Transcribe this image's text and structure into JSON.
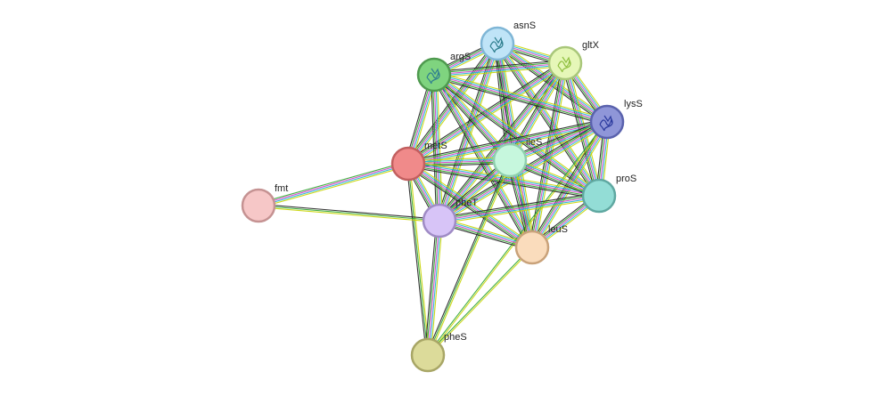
{
  "network": {
    "nodes": [
      {
        "id": "asnS",
        "label": "asnS",
        "color": "#bfe4f7",
        "stroke": "#7fb6d6",
        "structure": true
      },
      {
        "id": "gltX",
        "label": "gltX",
        "color": "#e6f7b8",
        "stroke": "#a9c77a",
        "structure": true
      },
      {
        "id": "argS",
        "label": "argS",
        "color": "#7fd47f",
        "stroke": "#4f9a4f",
        "structure": true
      },
      {
        "id": "lysS",
        "label": "lysS",
        "color": "#8f96d8",
        "stroke": "#5a62ad",
        "structure": true
      },
      {
        "id": "metS",
        "label": "metS",
        "color": "#f08a8a",
        "stroke": "#c25f5f",
        "structure": false
      },
      {
        "id": "ileS",
        "label": "ileS",
        "color": "#c6f7dd",
        "stroke": "#8fcfae",
        "structure": false
      },
      {
        "id": "fmt",
        "label": "fmt",
        "color": "#f6c7c7",
        "stroke": "#c59292",
        "structure": false
      },
      {
        "id": "proS",
        "label": "proS",
        "color": "#93ddd6",
        "stroke": "#5fa8a1",
        "structure": false
      },
      {
        "id": "pheT",
        "label": "pheT",
        "color": "#d7c4f7",
        "stroke": "#9f8bc5",
        "structure": false
      },
      {
        "id": "leuS",
        "label": "leuS",
        "color": "#fadcbc",
        "stroke": "#c9a27a",
        "structure": false
      },
      {
        "id": "pheS",
        "label": "pheS",
        "color": "#dcdb9a",
        "stroke": "#a8a666",
        "structure": false
      }
    ],
    "edges": [
      {
        "source": "asnS",
        "target": "gltX",
        "types": [
          "yellow",
          "cyan",
          "magenta",
          "green",
          "black"
        ]
      },
      {
        "source": "asnS",
        "target": "argS",
        "types": [
          "yellow",
          "cyan",
          "magenta",
          "green",
          "black"
        ]
      },
      {
        "source": "asnS",
        "target": "lysS",
        "types": [
          "yellow",
          "cyan",
          "magenta",
          "green",
          "black"
        ]
      },
      {
        "source": "asnS",
        "target": "metS",
        "types": [
          "yellow",
          "cyan",
          "magenta",
          "green",
          "black"
        ]
      },
      {
        "source": "asnS",
        "target": "ileS",
        "types": [
          "yellow",
          "cyan",
          "magenta",
          "green",
          "black"
        ]
      },
      {
        "source": "asnS",
        "target": "proS",
        "types": [
          "yellow",
          "cyan",
          "magenta",
          "green",
          "black"
        ]
      },
      {
        "source": "asnS",
        "target": "pheT",
        "types": [
          "yellow",
          "cyan",
          "magenta",
          "green",
          "black"
        ]
      },
      {
        "source": "asnS",
        "target": "leuS",
        "types": [
          "yellow",
          "cyan",
          "magenta",
          "green",
          "black"
        ]
      },
      {
        "source": "gltX",
        "target": "argS",
        "types": [
          "yellow",
          "cyan",
          "magenta",
          "green",
          "black"
        ]
      },
      {
        "source": "gltX",
        "target": "lysS",
        "types": [
          "yellow",
          "cyan",
          "magenta",
          "green",
          "black"
        ]
      },
      {
        "source": "gltX",
        "target": "metS",
        "types": [
          "yellow",
          "cyan",
          "magenta",
          "green",
          "black"
        ]
      },
      {
        "source": "gltX",
        "target": "ileS",
        "types": [
          "yellow",
          "cyan",
          "magenta",
          "green",
          "black"
        ]
      },
      {
        "source": "gltX",
        "target": "proS",
        "types": [
          "yellow",
          "cyan",
          "magenta",
          "green",
          "black"
        ]
      },
      {
        "source": "gltX",
        "target": "pheT",
        "types": [
          "yellow",
          "cyan",
          "magenta",
          "green",
          "black"
        ]
      },
      {
        "source": "gltX",
        "target": "leuS",
        "types": [
          "yellow",
          "cyan",
          "magenta",
          "green",
          "black"
        ]
      },
      {
        "source": "argS",
        "target": "lysS",
        "types": [
          "yellow",
          "cyan",
          "magenta",
          "green",
          "black"
        ]
      },
      {
        "source": "argS",
        "target": "metS",
        "types": [
          "yellow",
          "cyan",
          "magenta",
          "green",
          "black"
        ]
      },
      {
        "source": "argS",
        "target": "ileS",
        "types": [
          "yellow",
          "cyan",
          "magenta",
          "green",
          "black"
        ]
      },
      {
        "source": "argS",
        "target": "proS",
        "types": [
          "yellow",
          "cyan",
          "magenta",
          "green",
          "black"
        ]
      },
      {
        "source": "argS",
        "target": "pheT",
        "types": [
          "yellow",
          "cyan",
          "magenta",
          "green",
          "black"
        ]
      },
      {
        "source": "argS",
        "target": "leuS",
        "types": [
          "yellow",
          "cyan",
          "magenta",
          "green",
          "black"
        ]
      },
      {
        "source": "lysS",
        "target": "metS",
        "types": [
          "yellow",
          "cyan",
          "magenta",
          "green",
          "black"
        ]
      },
      {
        "source": "lysS",
        "target": "ileS",
        "types": [
          "yellow",
          "cyan",
          "magenta",
          "green",
          "black"
        ]
      },
      {
        "source": "lysS",
        "target": "proS",
        "types": [
          "yellow",
          "cyan",
          "magenta",
          "green",
          "black"
        ]
      },
      {
        "source": "lysS",
        "target": "pheT",
        "types": [
          "yellow",
          "cyan",
          "magenta",
          "green",
          "black"
        ]
      },
      {
        "source": "lysS",
        "target": "leuS",
        "types": [
          "yellow",
          "cyan",
          "magenta",
          "green",
          "black"
        ]
      },
      {
        "source": "lysS",
        "target": "pheS",
        "types": [
          "yellow",
          "green"
        ]
      },
      {
        "source": "metS",
        "target": "ileS",
        "types": [
          "yellow",
          "cyan",
          "magenta",
          "green",
          "black"
        ]
      },
      {
        "source": "metS",
        "target": "proS",
        "types": [
          "yellow",
          "cyan",
          "magenta",
          "green",
          "black"
        ]
      },
      {
        "source": "metS",
        "target": "pheT",
        "types": [
          "yellow",
          "cyan",
          "magenta",
          "green",
          "black"
        ]
      },
      {
        "source": "metS",
        "target": "leuS",
        "types": [
          "yellow",
          "cyan",
          "magenta",
          "green",
          "black"
        ]
      },
      {
        "source": "metS",
        "target": "fmt",
        "types": [
          "yellow",
          "cyan",
          "magenta",
          "green"
        ]
      },
      {
        "source": "metS",
        "target": "pheS",
        "types": [
          "yellow",
          "green",
          "black"
        ]
      },
      {
        "source": "ileS",
        "target": "proS",
        "types": [
          "yellow",
          "cyan",
          "magenta",
          "green",
          "black"
        ]
      },
      {
        "source": "ileS",
        "target": "pheT",
        "types": [
          "yellow",
          "cyan",
          "magenta",
          "green",
          "black"
        ]
      },
      {
        "source": "ileS",
        "target": "leuS",
        "types": [
          "yellow",
          "cyan",
          "magenta",
          "green",
          "black"
        ]
      },
      {
        "source": "ileS",
        "target": "pheS",
        "types": [
          "yellow",
          "green",
          "black"
        ]
      },
      {
        "source": "proS",
        "target": "pheT",
        "types": [
          "yellow",
          "cyan",
          "magenta",
          "green",
          "black"
        ]
      },
      {
        "source": "proS",
        "target": "leuS",
        "types": [
          "yellow",
          "cyan",
          "magenta",
          "green",
          "black"
        ]
      },
      {
        "source": "pheT",
        "target": "leuS",
        "types": [
          "yellow",
          "cyan",
          "magenta",
          "green",
          "black"
        ]
      },
      {
        "source": "pheT",
        "target": "pheS",
        "types": [
          "yellow",
          "cyan",
          "magenta",
          "green",
          "black"
        ]
      },
      {
        "source": "pheT",
        "target": "fmt",
        "types": [
          "yellow",
          "green",
          "black"
        ]
      },
      {
        "source": "leuS",
        "target": "pheS",
        "types": [
          "yellow",
          "green"
        ]
      }
    ],
    "edge_colors": {
      "yellow": "#c8d400",
      "cyan": "#21b5d8",
      "magenta": "#d444c8",
      "green": "#2fa52f",
      "black": "#222222"
    }
  }
}
